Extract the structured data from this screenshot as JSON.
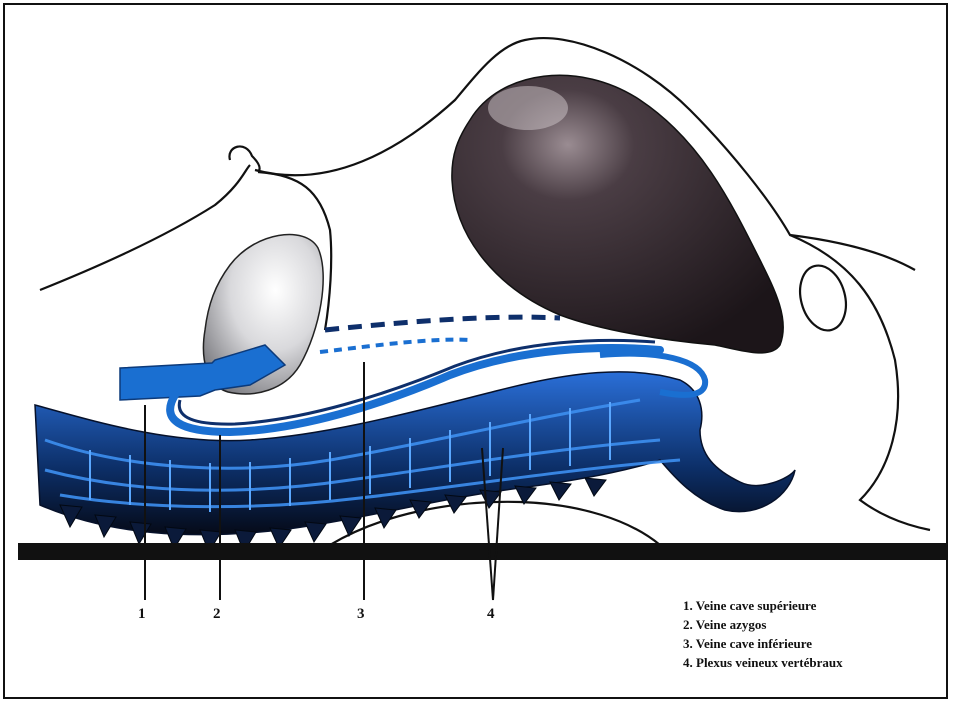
{
  "diagram": {
    "callouts": [
      "1",
      "2",
      "3",
      "4"
    ],
    "legend": [
      "1. Veine cave supérieure",
      "2. Veine azygos",
      "3. Veine cave inférieure",
      "4. Plexus veineux vertébraux"
    ],
    "colors": {
      "vein_blue": "#1a6fd1",
      "vein_dark": "#0e2f6b",
      "organ_dark": "#2a2228",
      "outline": "#111111",
      "table": "#111111"
    }
  }
}
